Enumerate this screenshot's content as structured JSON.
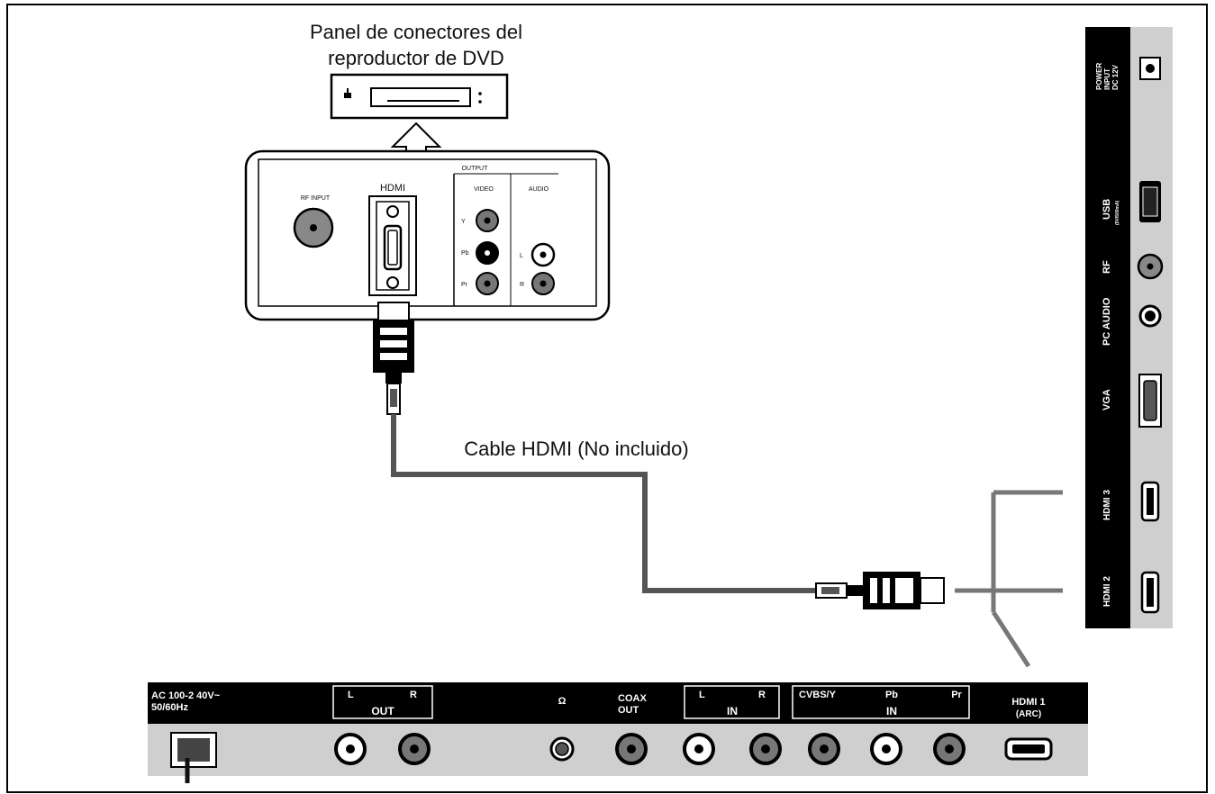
{
  "dvd_caption_line1": "Panel de conectores del",
  "dvd_caption_line2": "reproductor de DVD",
  "cable_caption": "Cable HDMI (No incluido)",
  "dvd_panel": {
    "rf_input": "RF INPUT",
    "hdmi": "HDMI",
    "output": "OUTPUT",
    "video": "VIDEO",
    "audio": "AUDIO",
    "y": "Y",
    "pb": "Pb",
    "pr": "Pr",
    "l": "L",
    "r": "R"
  },
  "tv_side": {
    "power_line1": "POWER",
    "power_line2": "INPUT",
    "power_line3": "DC 12V",
    "usb": "USB",
    "usb_sub": "(5V/500mA)",
    "rf": "RF",
    "pc_audio": "PC AUDIO",
    "vga": "VGA",
    "hdmi3": "HDMI 3",
    "hdmi2": "HDMI 2"
  },
  "tv_bottom": {
    "ac_line1": "AC 100-2 40V~",
    "ac_line2": "50/60Hz",
    "out_l": "L",
    "out_r": "R",
    "out": "OUT",
    "headphone": "Ω",
    "coax_line1": "COAX",
    "coax_line2": "OUT",
    "in_l": "L",
    "in_r": "R",
    "in1": "IN",
    "cvbs": "CVBS/Y",
    "pb": "Pb",
    "pr": "Pr",
    "in2": "IN",
    "hdmi1": "HDMI 1",
    "arc": "(ARC)"
  },
  "colors": {
    "cable": "#555555",
    "panel_gray": "#c8c8c8",
    "label_bar": "#000000"
  }
}
